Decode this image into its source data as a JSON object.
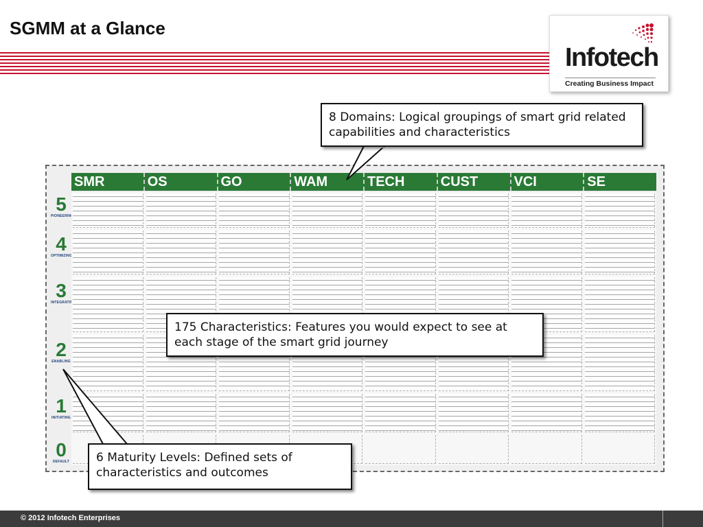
{
  "slide": {
    "title": "SGMM at a Glance",
    "footer": "© 2012 Infotech Enterprises"
  },
  "logo": {
    "name": "Infotech",
    "tagline": "Creating Business Impact",
    "dot_color": "#c8102e"
  },
  "matrix": {
    "domains": [
      "SMR",
      "OS",
      "GO",
      "WAM",
      "TECH",
      "CUST",
      "VCI",
      "SE"
    ],
    "levels": [
      {
        "number": "5",
        "name": "PIONEERING"
      },
      {
        "number": "4",
        "name": "OPTIMIZING"
      },
      {
        "number": "3",
        "name": "INTEGRATING"
      },
      {
        "number": "2",
        "name": "ENABLING"
      },
      {
        "number": "1",
        "name": "INITIATING"
      },
      {
        "number": "0",
        "name": "DEFAULT"
      }
    ],
    "accent_color": "#2a7a36"
  },
  "callouts": {
    "domains": "8 Domains: Logical groupings of smart grid related capabilities and characteristics",
    "characteristics": "175 Characteristics: Features you would expect to see at each stage of the smart grid journey",
    "levels": "6 Maturity Levels: Defined sets of characteristics and outcomes"
  }
}
